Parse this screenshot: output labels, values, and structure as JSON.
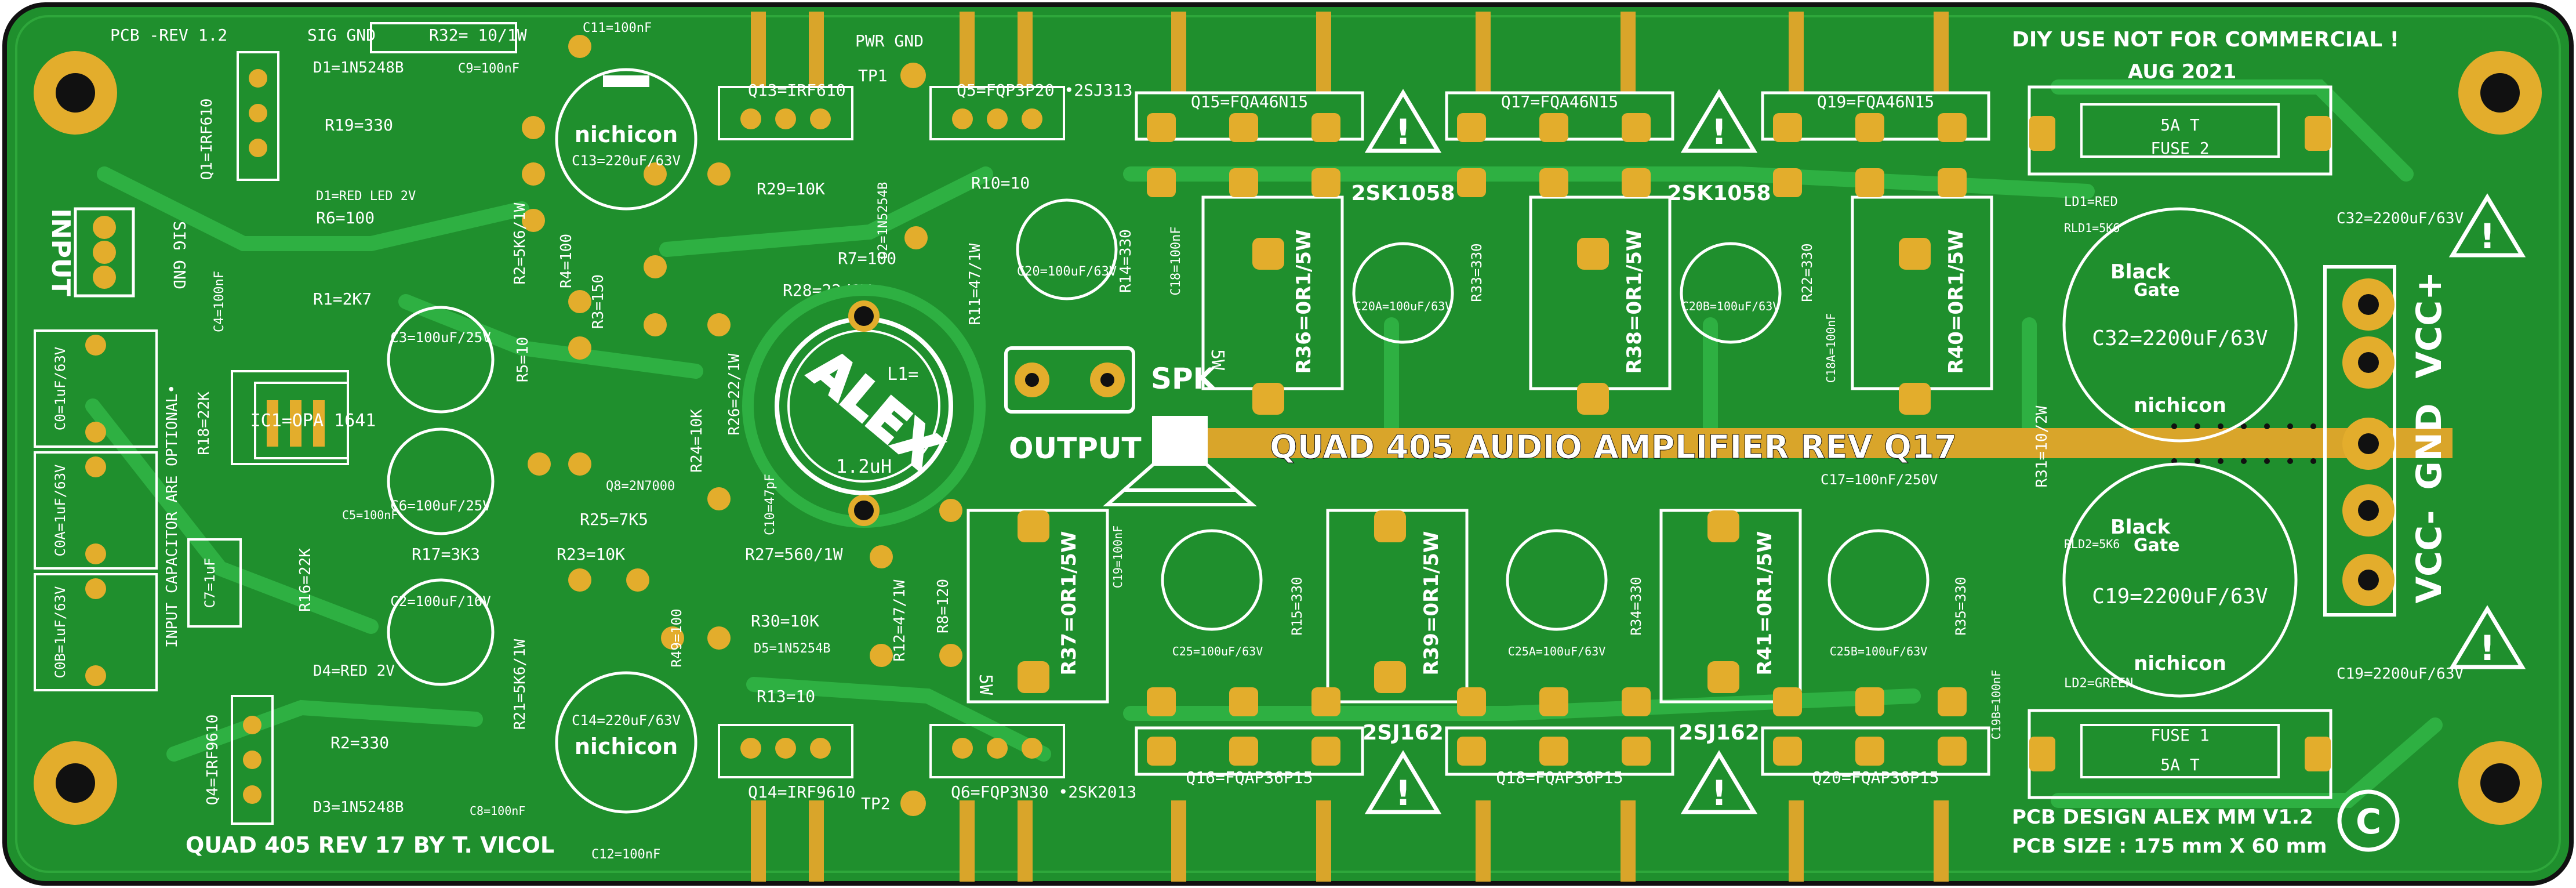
{
  "colors": {
    "board": "#1f8f2d",
    "board_dark": "#157522",
    "copper": "#d9a52a",
    "pad": "#e3ad2c",
    "silkscreen": "#ffffff",
    "outline": "#111111"
  },
  "header": {
    "pcb_rev": "PCB -REV 1.2",
    "sig_gnd_top": "SIG GND",
    "pwr_gnd": "PWR GND",
    "tp1": "TP1",
    "tp2": "TP2",
    "diy_notice": "DIY USE NOT FOR COMMERCIAL !",
    "date": "AUG 2021"
  },
  "labels": {
    "input": "INPUT",
    "sig_gnd_side": "SIG GND",
    "input_cap_note": "INPUT CAPACITOR ARE OPTIONAL•",
    "output": "OUTPUT",
    "spk": "SPK",
    "main_title": "QUAD 405 AUDIO AMPLIFIER  REV  Q17",
    "author": "QUAD 405  REV 17 BY T. VICOL",
    "design_credit": "PCB DESIGN ALEX MM V1.2",
    "pcb_size": "PCB SIZE : 175 mm X 60 mm",
    "vcc_plus": "VCC+",
    "gnd": "GND",
    "vcc_minus": "VCC-",
    "copyright": "C",
    "nichicon": "nichicon",
    "black_gate_1": "Black",
    "black_gate_2": "Gate",
    "alex_logo": "ALEX",
    "inductor": "L1=",
    "inductor_value": "1.2uH",
    "sk_top_1": "2SK1058",
    "sk_top_2": "2SK1058",
    "sj_bottom_1": "2SJ162",
    "sj_bottom_2": "2SJ162"
  },
  "components": {
    "q1": "Q1=IRF610",
    "d1": "D1=1N5248B",
    "r19": "R19=330",
    "d1_led": "D1=RED LED 2V",
    "r6": "R6=100",
    "r1": "R1=2K7",
    "r32": "R32= 10/1W",
    "c11": "C11=100nF",
    "c9": "C9=100nF",
    "c13": "C13=220uF/63V",
    "r2": "R2=5K6/1W",
    "r4": "R4=100",
    "r3": "R3=150",
    "r5": "R5=10",
    "q13": "Q13=IRF610",
    "r29": "R29=10K",
    "d2": "D2=1N5254B",
    "q5": "Q5=FQP3P20 •2SJ313",
    "r10": "R10=10",
    "r7": "R7=100",
    "r28": "R28=22/1W",
    "r26": "R26=22/1W",
    "r24": "R24=10K",
    "r11": "R11=47/1W",
    "c20": "C20=100uF/63V",
    "r14": "R14=330",
    "c18": "C18=100nF",
    "q15": "Q15=FQA46N15",
    "q17": "Q17=FQA46N15",
    "q19": "Q19=FQA46N15",
    "r36": "R36=0R1/5W",
    "r38": "R38=0R1/5W",
    "r40": "R40=0R1/5W",
    "c20a": "C20A=100uF/63V",
    "c20b": "C20B=100uF/63V",
    "r33": "R33=330",
    "r22": "R22=330",
    "c18a": "C18A=100nF",
    "fuse2": "FUSE 2",
    "fuse2_rating": "5A T",
    "fuse1": "FUSE 1",
    "fuse1_rating": "5A T",
    "ld1": "LD1=RED",
    "rld1": "RLD1=5K6",
    "rld2": "RLD2=5K6",
    "ld2": "LD2=GREEN",
    "c32": "C32=2200uF/63V",
    "c19": "C19=2200uF/63V",
    "r31": "R31=10/2W",
    "c0": "C0=1uF/63V",
    "c0a": "C0A=1uF/63V",
    "c0b": "C0B=1uF/63V",
    "c4": "C4=100nF",
    "c3": "C3=100uF/25V",
    "c6": "C6=100uF/25V",
    "ic1": "IC1=OPA 1641",
    "r18": "R18=22K",
    "c5": "C5=100nF",
    "c7": "C7=1uF",
    "r16": "R16=22K",
    "r17": "R17=3K3",
    "c2": "C2=100uF/16V",
    "d4": "D4=RED 2V",
    "q4": "Q4=IRF9610",
    "r2b": "R2=330",
    "d3": "D3=1N5248B",
    "c8": "C8=100nF",
    "r25": "R25=7K5",
    "r23": "R23=10K",
    "q8": "Q8=2N7000",
    "r27": "R27=560/1W",
    "c10": "C10=47pF",
    "c14": "C14=220uF/63V",
    "r21": "R21=5K6/1W",
    "r49": "R49=100",
    "c12": "C12=100nF",
    "q14": "Q14=IRF9610",
    "r30": "R30=10K",
    "d5": "D5=1N5254B",
    "r13": "R13=10",
    "q6": "Q6=FQP3N30 •2SK2013",
    "r12": "R12=47/1W",
    "r8": "R8=120",
    "r37": "R37=0R1/5W",
    "r39": "R39=0R1/5W",
    "r41": "R41=0R1/5W",
    "c19_small": "C19=100nF",
    "c25": "C25=100uF/63V",
    "c25a": "C25A=100uF/63V",
    "c25b": "C25B=100uF/63V",
    "r15": "R15=330",
    "r34": "R34=330",
    "r35": "R35=330",
    "c17": "C17=100nF/250V",
    "c19b": "C19B=100nF",
    "q16": "Q16=FQAP36P15",
    "q18": "Q18=FQAP36P15",
    "q20": "Q20=FQAP36P15",
    "rating_5w": "5W"
  }
}
